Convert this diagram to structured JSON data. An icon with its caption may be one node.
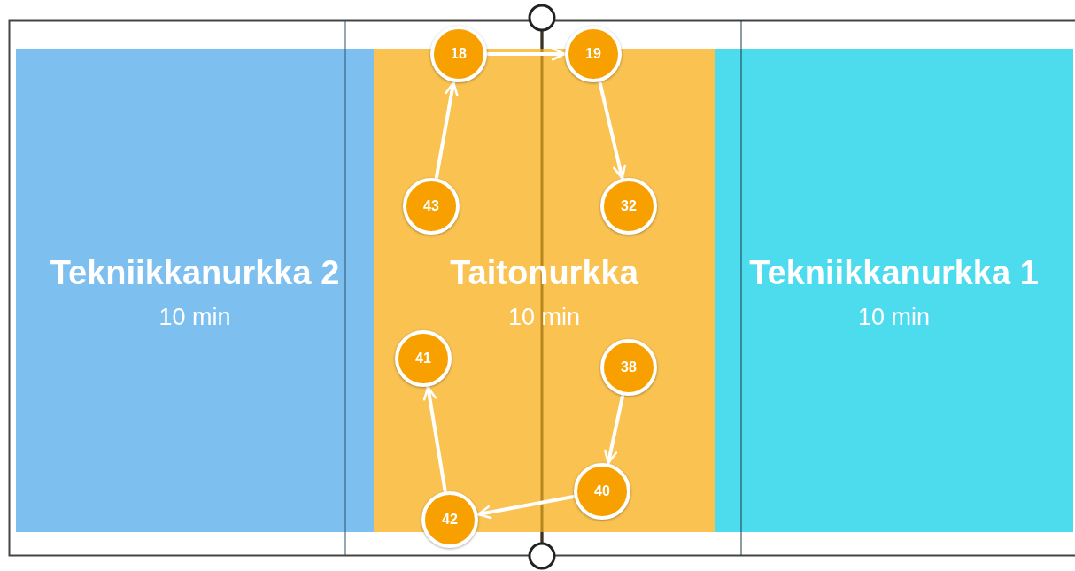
{
  "diagram": {
    "nodes": [
      {
        "text": [
          "Tekniikkanurkka 2",
          "10 min"
        ]
      },
      {
        "text": [
          "Taitonurkka",
          "10 min"
        ]
      },
      {
        "text": [
          "Tekniikkanurkka 1",
          "10 min"
        ]
      },
      {
        "text": [
          "18"
        ]
      },
      {
        "text": [
          "19"
        ]
      },
      {
        "text": [
          "43"
        ],
        "in": 1
      },
      {
        "text": [
          "32"
        ],
        "in": 1
      },
      {
        "text": [
          "41"
        ],
        "in": 1
      },
      {
        "text": [
          "38"
        ],
        "in": 1
      },
      {
        "text": [
          "40"
        ],
        "in": 1
      },
      {
        "text": [
          "42"
        ]
      }
    ],
    "edges": [
      {
        "from": 3,
        "to": 4,
        "arrow": "to"
      },
      {
        "from": 4,
        "to": 6,
        "arrow": "to"
      },
      {
        "from": 5,
        "to": 3,
        "arrow": "to"
      },
      {
        "from": 8,
        "to": 9,
        "arrow": "to"
      },
      {
        "from": 9,
        "to": 10,
        "arrow": "to"
      },
      {
        "from": 10,
        "to": 7,
        "arrow": "to"
      }
    ]
  }
}
